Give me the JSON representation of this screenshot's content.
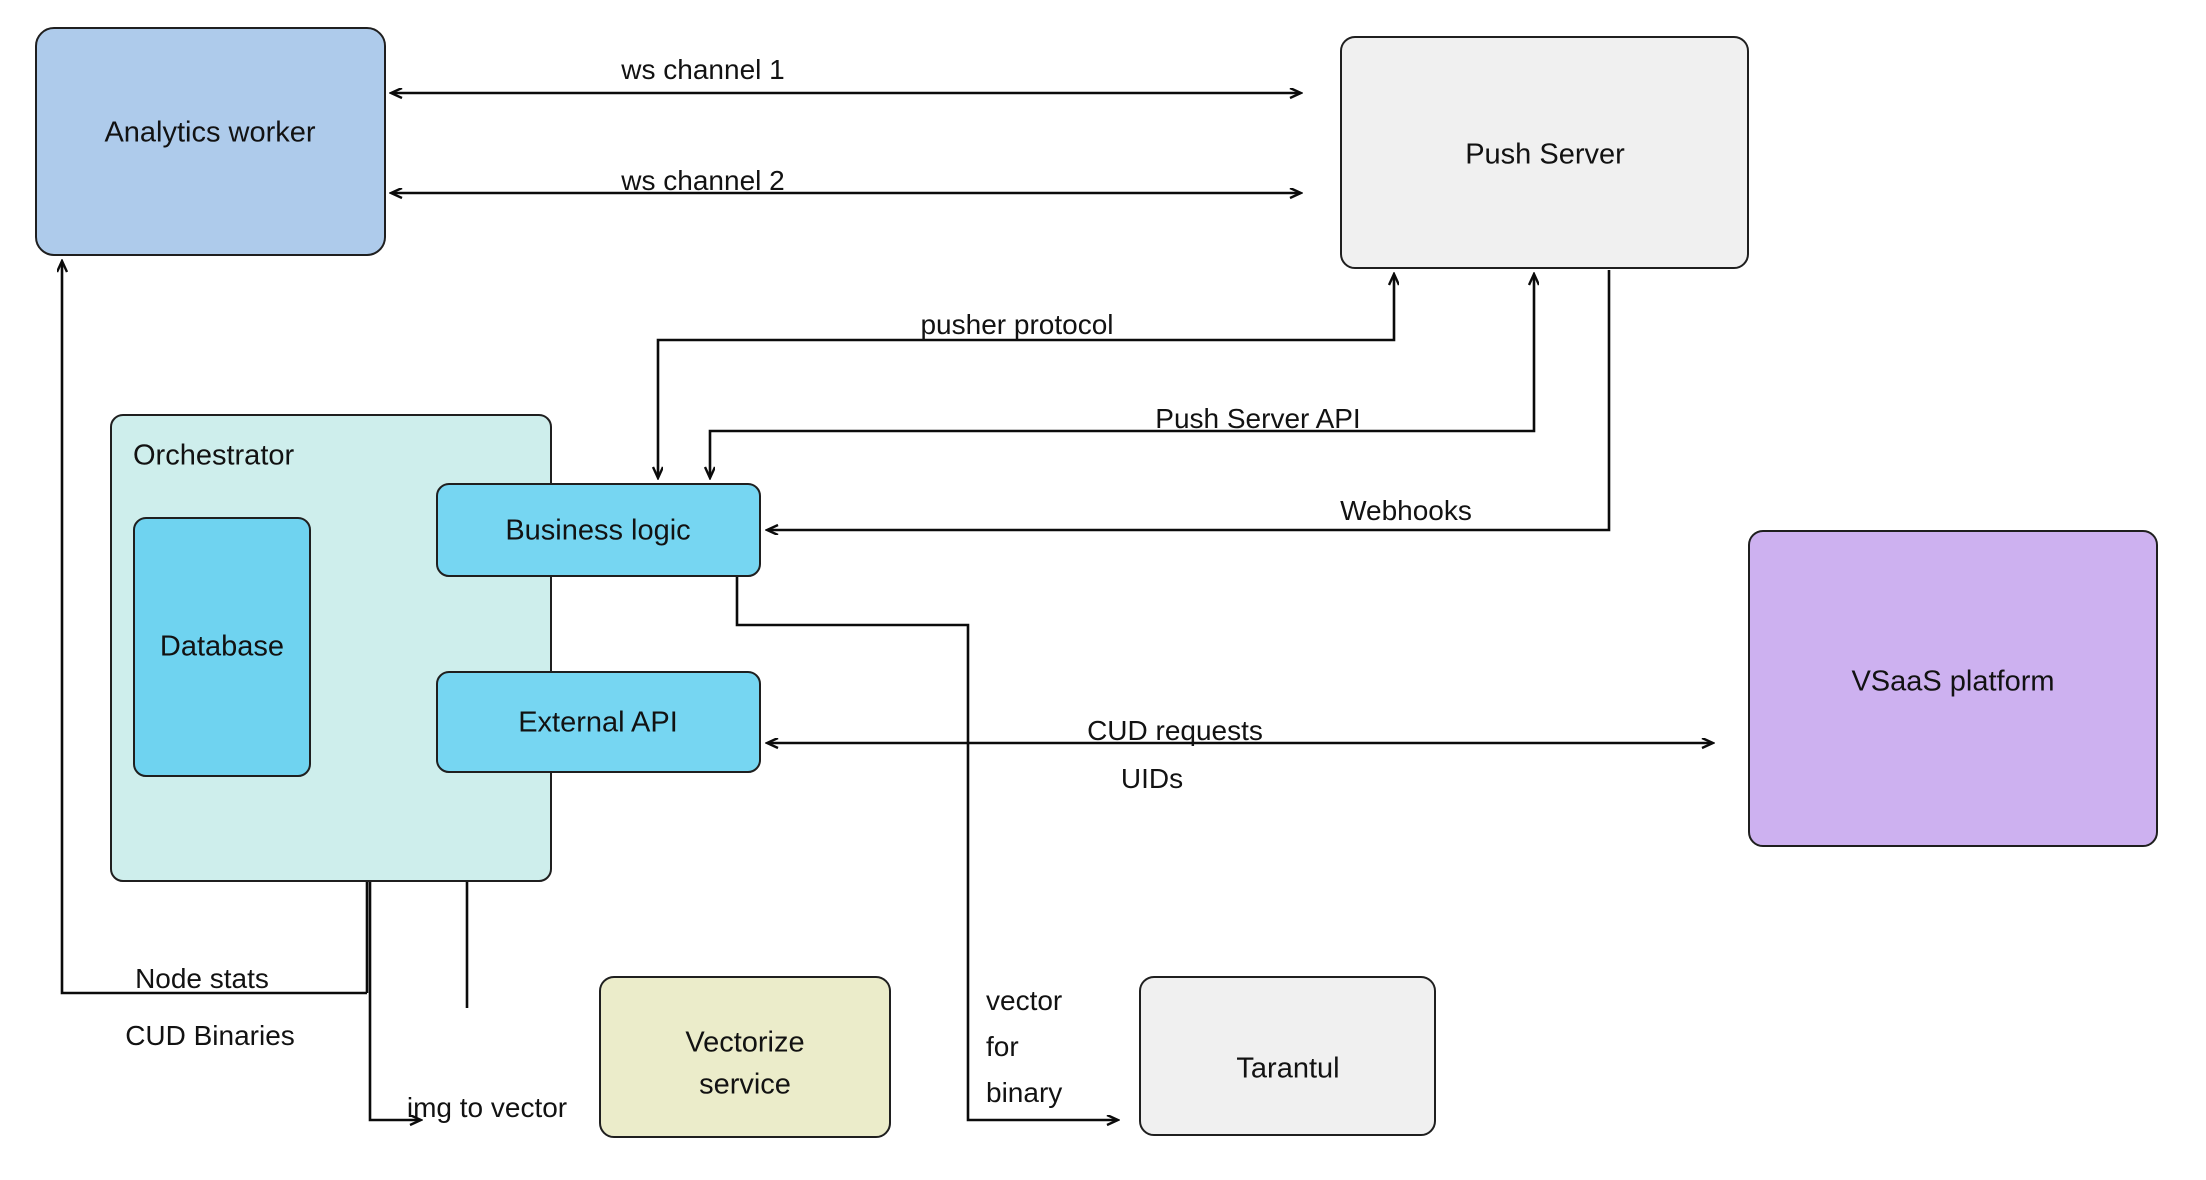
{
  "diagram": {
    "title": "Service architecture diagram",
    "background_color": "#ffffff",
    "line_color": "#0b0b0b"
  },
  "nodes": {
    "analytics_worker": {
      "label": "Analytics worker",
      "fill": "#aecbeb",
      "stroke": "#1f1f1f"
    },
    "push_server": {
      "label": "Push Server",
      "fill": "#f0f0f0",
      "stroke": "#1f1f1f"
    },
    "orchestrator": {
      "label": "Orchestrator",
      "fill": "#ceeeec",
      "stroke": "#1f1f1f"
    },
    "database": {
      "label": "Database",
      "fill": "#6fd3f0",
      "stroke": "#1f1f1f"
    },
    "business_logic": {
      "label": "Business logic",
      "fill": "#76d6f2",
      "stroke": "#1f1f1f"
    },
    "external_api": {
      "label": "External API",
      "fill": "#76d6f2",
      "stroke": "#1f1f1f"
    },
    "vsaas_platform": {
      "label": "VSaaS platform",
      "fill": "#cdb1f0",
      "stroke": "#1f1f1f"
    },
    "vectorize_service": {
      "label_line1": "Vectorize",
      "label_line2": "service",
      "fill": "#ebecca",
      "stroke": "#1f1f1f"
    },
    "tarantul": {
      "label": "Tarantul",
      "fill": "#f0f0f0",
      "stroke": "#1f1f1f"
    }
  },
  "edges": {
    "ws_channel_1": {
      "label": "ws channel 1"
    },
    "ws_channel_2": {
      "label": "ws channel 2"
    },
    "pusher_protocol": {
      "label": "pusher protocol"
    },
    "push_server_api": {
      "label": "Push Server API"
    },
    "webhooks": {
      "label": "Webhooks"
    },
    "cud_requests": {
      "label": "CUD requests"
    },
    "uids": {
      "label": "UIDs"
    },
    "node_stats": {
      "label": "Node stats"
    },
    "cud_binaries": {
      "label": "CUD Binaries"
    },
    "img_to_vector": {
      "label": "img to vector"
    },
    "vector_for_binary_1": {
      "label": "vector"
    },
    "vector_for_binary_2": {
      "label": "for"
    },
    "vector_for_binary_3": {
      "label": "binary"
    }
  }
}
